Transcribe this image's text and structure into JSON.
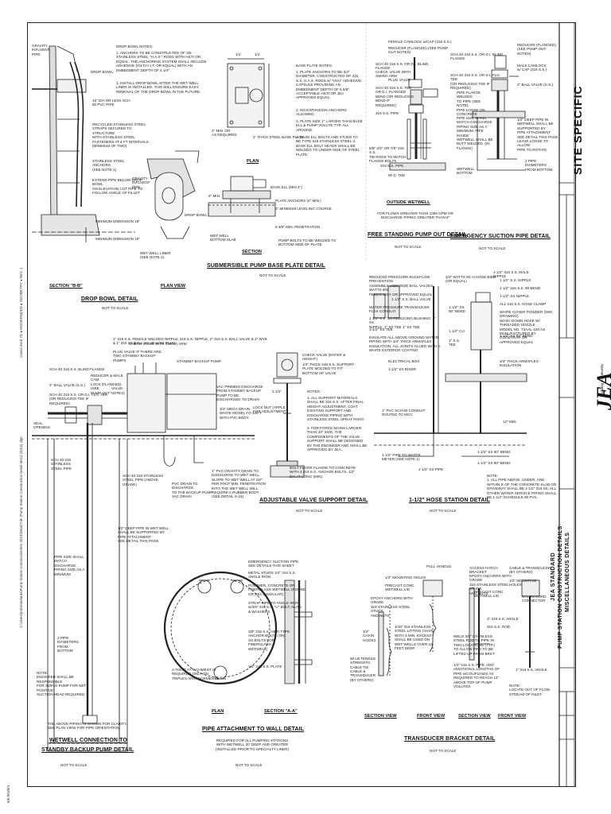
{
  "drop_bowl": {
    "title": "DROP BOWL DETAIL",
    "nts": "NOT TO SCALE",
    "section_label": "SECTION \"B-B\"",
    "plan_label": "PLAN VIEW",
    "notes_heading": "DROP BOWL NOTES:",
    "note1": "1.  ANCHORS TO BE CONSTRUCTED OF 3/8 STAINLESS STEEL \"H.A.S.\" RODS WITH HILTI OR EQUAL. THE ANCHORING SYSTEM SHALL INCLUDE ADHESIVE (HILTI H.I.T. OR EQUAL) WITH AN EMBEDMENT DEPTH OF 4 1/4\".",
    "note2": "2.  INSTALL DROP BOWL AFTER THE WET WELL LINER IS INSTALLED. THIS WILL ENSURE EASY REMOVAL OF THE DROP BOWL IN THE FUTURE.",
    "lbl_gravity": "GRAVITY\nINFLUENT\nPIPE",
    "lbl_dropbowl": "DROP BOWL",
    "lbl_dia": "16\" DIA OR LESS SCH\n80 PVC PIPE",
    "lbl_straps": "RECYCLED STAINLESS STEEL\nSTRAPS SECURED TO STRUCTURE\nWITH STAINLESS STEEL\nFASTENERS AT 4 FT INTERVALS\n(MINIMUM OF TWO)",
    "lbl_anchors": "STAINLESS STEEL ANCHORS\n(SEE NOTE 1)",
    "lbl_extend": "EXTEND PIPE BELOW DROP BOWL\nON ELEVATION CUT PIPE TO\nFOLLOW ANGLE OF FILLET",
    "lbl_gravity2": "GRAVITY\nINFLUENT\nPIPE",
    "lbl_dropbowl2": "DROP BOWL",
    "lbl_wetwell": "WET WELL LINER\n(SEE NOTE 2)",
    "lbl_mindim": "MINIMUM DIMENSION 18\"",
    "lbl_mindim2": "MINIMUM DIMENSION 18\""
  },
  "base_plate": {
    "title": "SUBMERSIBLE PUMP BASE PLATE DETAIL",
    "nts": "NOT TO SCALE",
    "plan_label": "PLAN",
    "section_label": "SECTION",
    "notes_heading": "BASE PLATE NOTES:",
    "note1": "1.  PLATE ANCHORS TO BE 3/4\" DIAMETER, CONSTRUCTED OF 316 S.S. H.A.S. RODS w/ \"HVU\" ADHESIVE CAPSULE PROVIDING AN EMBEDMENT DEPTH OF 6 5/8\". ACCEPTABLE HILTI OR JEA APPROVED EQUAL.",
    "note2": "2.  NO EXPANSION ANCHORS ALLOWED.",
    "note3": "3.  PLATE SIZE 1\" LARGER THAN BASE ELL & PUMP VOLUTE TYP. ALL AROUND.",
    "note4": "4.  BASE ELL BOLTS AND STUDS TO BE TYPE 316 STAINLESS STEEL 3. BASE ELL BOLT HEADS SHALL BE WELDED TO UNDER SIDE OF STEEL PLATE.",
    "lbl_thick": "1\" THICK STEEL BASE PLATE",
    "lbl_min": "2\" MIN. OR\nAS REQUIRED",
    "lbl_baseell": "BASE ELL (MIN 4\")",
    "lbl_anchors": "PLATE ANCHORS (4\" MIN.)",
    "lbl_leveling": "1\" MINIMUM LEVELING COURSE",
    "lbl_pen": "6 3/8\" MIN. PENETRATION",
    "lbl_bottom": "WET WELL\nBOTTOM SLAB",
    "lbl_pumpbolts": "PUMP BOLTS TO BE WELDED TO\nBOTTOM SIDE OF PLATE",
    "dim_6": "6\" MIN.",
    "dim_half": "1/2",
    "dim_12": "1/2"
  },
  "outside_wetwell": {
    "title": "FREE STANDING PUMP OUT DETAIL",
    "subtitle": "OUTSIDE WETWELL",
    "caption": "FOR FLOWS GREATER THAN 1000 GPM OR\nDISCHARGE PIPING GREATER THAN 8\"",
    "nts": "NOT TO SCALE",
    "lbl1": "FEMALE CAMLOCK w/CAP (316 S.S.)",
    "lbl2": "REDUCER (FLANGED) (SEE PUMP\nOUT NOTES)",
    "lbl3": "SCH 40 316 S.S. OR D.I. BLIND FLANGE",
    "lbl4": "CHECK VALVE WITH SWING ARM",
    "lbl5": "PLUG VALVE",
    "lbl6": "SCH 40 316 S.S. TEE OR D.I. FLANGED\nBEND (OR REDUCING BEND IF\nREQUIRED)",
    "lbl7": "316 S.S. PIPE",
    "lbl8": "5/8\" 3/4\" OR 7/8\" 316 S.S.\nTIE RODS TO MATCH\nFLANGE BOLTS",
    "lbl9": "316 S.S. PIPE",
    "lbl10": "90 D. TEE"
  },
  "emergency_suction": {
    "title": "EMERGENCY SUCTION PIPE DETAIL",
    "nts": "NOT TO SCALE",
    "lbl1": "REDUCER (FLANGED)\n(SEE PUMP OUT\nNOTES)",
    "lbl2": "SCH 40 316 S.S. OR D.I. BLIND FLANGE",
    "lbl3": "MALE CAMLOCK\nw/ CAP (316 S.S.)",
    "lbl4": "SCH 40 316 S.S. OR D.I. FLG. TEE\n(OR REDUCING TEE IF REQUIRED)",
    "lbl5": "2\" BALL VALVE (S.S.)",
    "lbl6": "PIPE FLANGE WELDED\nTO PIPE (SEE NOTE),\nPIPE LOOSE ON\nCONCRETE",
    "lbl7": "PIPE SIZE SHALL\nMATCH DISCHARGE\nPIPING SIZE AS A\nMINIMUM. PIPE INSIDE\nWETWELL SHALL BE\nBUTT WELDED. (IN\nFLANGE)",
    "lbl8": "1/2\" DEEP PIPE IN\nWETWELL SHALL BE SUPPORTED BY\nPIPE ATTACHMENT\nSEE DETAIL THIS PAGE\nLEAVE LOOSE TO ALLOW\nPIPE TO ROTATE",
    "lbl9": "2 PIPE DIAMETERS\nFROM BOTTOM",
    "lbl10": "WETWELL BOTTOM"
  },
  "title_block": {
    "site_specific": "SITE SPECIFIC",
    "logo": "JEA",
    "logo_sub": "Building Community",
    "standard": "JEA STANDARD",
    "line2": "PUMP STATION CONSTRUCTION DETAILS",
    "line3": "MISCELLANEOUS DETAILS"
  },
  "standby_pump": {
    "title1": "WETWELL CONNECTION TO",
    "title2": "STANDBY BACKUP PUMP DETAIL",
    "nts": "NOT TO SCALE",
    "caption": "THE ABOVE PIPING IS SHOWN FOR CLARITY.\nSEE PLAN VIEW FOR PIPE ORIENTATION.",
    "lbl_pump": "STANDBY BACKUP PUMP",
    "lbl1": "1\" 316 S.S. FEMALE WELDED NIPPLE, 316 S.S. NIPPLE, 2\" 316 S.S. BALL VALVE & 2\" WYE\n& 1\" 316 SS BALL VALVE w/SS PLUG",
    "lbl2": "PLUG VALVE IF THERE ARE\nTWO STANDBY BACKUP PUMPS",
    "lbl3": "SCH 40 316 S.S. BLIND FLANGE",
    "lbl4": "REDUCER & MALE CAM\nLOCK (FLANGED) (SEE\nPUMP OUT NOTES)",
    "lbl5": "2\" BALL VALVE (S.S.)",
    "lbl6": "CHECK VALVE WITH SWING ARM",
    "lbl7": "SCH 40 316 S.S. OR D.I. FLG. TEE\n(OR REDUCING TEE IF REQUIRED)",
    "lbl8": "VALVE",
    "lbl9": "SCH 40 316 STAINLESS\nSTEEL PIPE",
    "lbl10": "SCH 40 316 STAINLESS\nSTEEL PIPE (ABOVE\nGRADE)",
    "lbl11": "VAC PRIMING DISCHARGE\nFROM STANDBY BACKUP\nPUMP TO BE\nDISCHARGED TO DRAIN",
    "lbl12": "3/4\" MEGA DRAIN\nWHITE MOSEL FO 100 Y\nWITH PVC BODY",
    "lbl13": "1\" PVC GRAVITY DRAIN TO\nDISCHARGE TO WET WELL.\nSLOPE TO WET WELL AT 1/8\"\nPER FOOT MIN. PENETRATION\nINTO THE WET WELL WILL\nREQUIRE A RUBBER BOOT.\n(SEE DETAIL S-15)",
    "lbl14": "PVC DRAIN TO DISCHARGE\nTO THE BACKUP PUMP\nVAC DRAIN",
    "lbl15": "1/2\" DEEP PIPE IN WET WELL\nSHALL BE SUPPORTED BY\nPIPE ATTACHMENT\nSEE DETAIL THIS PAGE",
    "lbl16": "PIPE SIZE SHALL\nMATCH DISCHARGE\nPIPING SIZE AS A\nMINIMUM",
    "lbl17": "2 PIPE\nDIAMETERS\nFROM BOTTOM",
    "lbl18": "NOTE:\nENGINEER SHALL BE RESPONSIBLE\nFOR SIZING PUMP FOR NET POSITIVE\nSUCTION HEAD REQUIRED",
    "lbl19": "SEAL OPENING"
  },
  "valve_support": {
    "title": "ADJUSTABLE VALVE SUPPORT DETAIL",
    "nts": "NOT TO SCALE",
    "lbl1": "CHECK VALVE (ENTER & HEIGHT)",
    "lbl2": "1/4\" THICK 316 S.S. SUPPORT\nPLATE MOLDED TO FIT\nBOTTOM OF VALVE",
    "lbl3": "LOCK NUT (APPLE\nFOR ADJUSTMENT",
    "lbl4": "BOLT FLOOR FLANGE TO CONCRETE\nWITH 4 316 S.S. ANCHOR BOLTS, 1/2\"\nDIA AT LONG (MIN)",
    "lbl5": "2 1/2\"",
    "note_heading": "NOTES:",
    "note1": "1.  ALL SUPPORT MATERIALS SHALL BE 316 S.S. AFTER FINAL HEIGHT ADJUSTMENT, COAT EXISTING SUPPORT AND DISCHARGE PIPING WITH STAINLESS STEEL SPRAY PAINT.",
    "note2": "2.  FOR FORCE MAINS LARGER THAN 10\" SIZE, THE COMPONENTS OF THE VALVE SUPPORT SHALL BE DESIGNED BY THE ENGINEER AND SHALL BE APPROVED BY JEA."
  },
  "hose_station": {
    "title": "1-1/2\" HOSE STATION DETAIL",
    "nts": "NOT TO SCALE",
    "lbl1": "REDUCED PRESSURE BACKFLOW PREVENTION\nASSEMBLY w/BRONZE BALL VALVES, WATTS 909\nFEBCO 825Y OR APPROVED EQUAL",
    "lbl2": "3/4\" WATTS 8C-H HOSE BIBB (OR EQUAL)",
    "lbl3": "1 1/2\" S.S. BALL VALVE",
    "lbl4": "1 1/2\" S.S. NIPPLE",
    "lbl5": "1 1/2\" 316 S.S. 90 BEND",
    "lbl6": "1 1/2\" CU",
    "lbl7": "WATER PRESSURE TRANSDUCER\nFLEX CONDUIT",
    "lbl8": "1 1/2\" X 1\" SS REDUCING BUSHING, 1\" SS\nNIPPLE, 1\" SS TEE 1\" SS TEE",
    "lbl9": "1-1/2\" SS TEE",
    "lbl10": "INSULATE ALL ABOVE GROUND WATER\nPIPING WITH 3/4\" THICK ARMAFLEX\nINSULATION. ALL JOINTS GLUED WITH A\nWHITE EXTERIOR COATING",
    "lbl11": "ELECTRICAL BOX",
    "lbl12": "1-1/2\" SS RISER",
    "lbl13": "1\" PVC SCH 80 CONDUIT\nROUTED TO MCC",
    "lbl14": "1-1/2\" PIPE TO WATER\nMETER (SEE NOTE 1)",
    "lbl15": "1-1/2\" SS PIPE",
    "lbl16": "1-1/2\" SS 90\" BEND",
    "lbl17": "1-1/2\" SS 90\" BEND",
    "lbl18": "1-1/2\" SS NIPPLE",
    "lbl19": "ALL 316 S.S. HOSE CLAMP",
    "lbl20": "WHITE COVER POWDER (SEE DRAWING)\nWASH DOWN HOSE W/ THREADED NOZZLE\nMODEL NO. T3AAL-100 AS\nMANUFACTURED BY GOODYEAR OR\nAPPROVED EQUAL",
    "lbl21": "1-1/2\" 316 S.S. MALE NIPPLE",
    "lbl22": "1-1/2\" SS 90\" BEND",
    "lbl23": "3/4\" THICK ARMAFLEX\nINSULATION",
    "lbl24": "12\" MIN.",
    "lbl25": "1\" S.S. TEE",
    "lbl26": "1-1/2\" SS\n90\" BEND",
    "note": "NOTE:\n1.  ALL PIPE ABOVE, UNDER, AND WITHIN 5' OF THE CONCRETE SLAB OR DRIVEWAY SHALL BE 1-1/2\" 316 SS. ALL OTHER WATER SERVICE PIPING SHALL BE 1-1/2\" SCHEDULE 80 PVC."
  },
  "pipe_attach": {
    "title": "PIPE ATTACHMENT TO WALL DETAIL",
    "caption": "REQUIRED FOR ALL PUMPING STATIONS\nWITH WETWELL 20' DEEP AND GREATER\n(INSTALLED PRIOR TO SPECIALTY LINER)",
    "nts": "NOT TO SCALE",
    "plan_label": "PLAN",
    "section_label": "SECTION \"A-A\"",
    "lbl1": "EMERGENCY SUCTION PIPE\nSEE DETAILS THIS SHEET",
    "lbl2": "METAL STUDS 1/4\" 316 S.S.\nANGLE IRON",
    "lbl3": "POLYMER, CONCRETE OR\nFIBERGLASS WETWELL (ROUND\nOR RECTANGULAR)",
    "lbl4": "STRAP PIPE TO ANGLE IRON\nw/3/8\" 316 S.S. \"U\" BOLT, NUTS\n& WASHERS",
    "lbl5": "3/8\" 316 S.S. HILTI TYPE\nANCHOR BOLTS (ON\nSS BOLTS FOR\nFIBERGLASS\nWETWELL)",
    "lbl6": "1/4\" 316 S.S. PLATE",
    "lbl7": "A THIRD ATTACHMENT IS\nREQUIRED ONLY ON\nTRIPLEX ARRANGEMENTS"
  },
  "transducer": {
    "title": "TRANSDUCER BRACKET DETAIL",
    "nts": "NOT TO SCALE",
    "sec1": "SECTION VIEW",
    "sec2": "FRONT VIEW",
    "sec3": "SECTION VIEW",
    "sec4": "FRONT VIEW",
    "lbl1": "PULL HANDLE",
    "lbl2": "1/2\" MOUNTING HOLES",
    "lbl3": "PRECAST CONC. WETWELL LID",
    "lbl4": "EPOXY ANCHORS WITH GRADE\n316 STAINLESS STEEL STUDS\nAND NUTS",
    "lbl5": "ACCESS HATCH BRACKET",
    "lbl6": "3/4\" CHAIN\nHOOKS",
    "lbl7": "3/16\" 316 STAINLESS\nSTEEL LIFTING CHAIN\nWITH 3 MIN. EXCESS\nSHALL BE USED ON\nWET WELLS OVER 10\nFEET DEEP.",
    "lbl8": "EPOXY ANCHORS WITH GRADE\n316 STAINLESS STEEL STUDS\nAND NUTS",
    "lbl9": "50 LB TENSILE STRENGTH\nCABLE TIE",
    "lbl10": "CABLE & TRANSDUCER\n(BY OTHERS)",
    "lbl11": "CABLE & TRANSDUCER\n(BY OTHERS)",
    "lbl12": "1/2\" MOUNTING HOLES",
    "lbl13": "PRECAST CONC. WETWELL LID",
    "lbl14": "NYLON CORD CONNECTOR",
    "lbl15": "1\" 316 S.S. ANGLE",
    "lbl16": "316 S.S. ROD",
    "lbl17": "WELD 3/8\" STAINLESS\nSTEEL ROD TO PIPE IN\nTWO LOCATIONS (TYP.)\nTO ALLOW PIPE TO BE\nLIFTED UP FROM BRKT",
    "lbl18": "1/2\" 316 S.S. PIPE. ADD\nADDITIONAL LENGTHS OF\nPIPE w/COUPLINGS AS\nREQUIRED TO REACH 12\"\nABOVE TOP OF PUMP\nVOLUTES",
    "lbl19": "1\" 316 S.S. ANGLE",
    "lbl20": "NOTE:\nLOCATE OUT OF FLOW\nSTREAM OF INLET."
  },
  "margin": {
    "path": "C:\\Users\\jea\\Standards\\Pump Station Construction\\M1-2024\\Detail File (Pump Station Construction Detail Misc) (2024) .dgn",
    "stamp": "Cartal   Used  YE   ●   MODERNIZED   ●   GEOMETRY   ●   REV. 1",
    "bottom_left": "8/8 /8/4/8/4"
  }
}
